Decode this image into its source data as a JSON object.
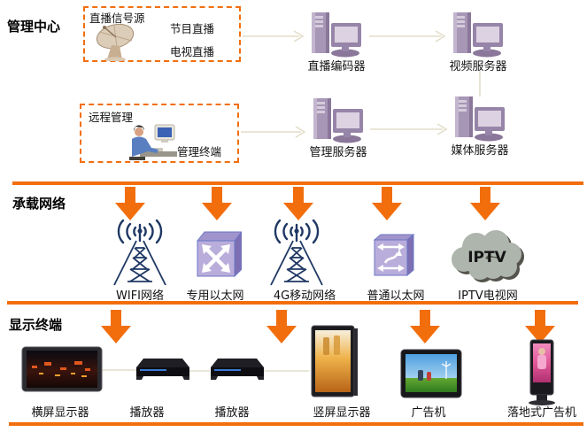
{
  "colors": {
    "accent_orange": "#F26E0D",
    "connector_line": "#E2DEC9",
    "tower_navy": "#1F3864",
    "device_purple": "#A796B6",
    "cloud_gray": "#AEB5AD"
  },
  "sections": {
    "management": {
      "title": "管理中心",
      "source_box": {
        "title": "直播信号源",
        "line1": "节目直播",
        "line2": "电视直播"
      },
      "remote_box": {
        "title": "远程管理",
        "terminal_label": "管理终端"
      },
      "servers": [
        {
          "label": "直播编码器"
        },
        {
          "label": "视频服务器"
        },
        {
          "label": "管理服务器"
        },
        {
          "label": "媒体服务器"
        }
      ]
    },
    "network": {
      "title": "承载网络",
      "items": [
        {
          "label": "WIFI网络",
          "icon": "radio-tower-icon"
        },
        {
          "label": "专用以太网",
          "icon": "ethernet-switch-icon"
        },
        {
          "label": "4G移动网络",
          "icon": "radio-tower-icon"
        },
        {
          "label": "普通以太网",
          "icon": "router-icon"
        },
        {
          "label": "IPTV电视网",
          "icon": "iptv-cloud-icon",
          "cloud_text": "IPTV"
        }
      ]
    },
    "terminals": {
      "title": "显示终端",
      "items": [
        {
          "label": "横屏显示器"
        },
        {
          "label": "播放器"
        },
        {
          "label": "播放器"
        },
        {
          "label": "竖屏显示器"
        },
        {
          "label": "广告机"
        },
        {
          "label": "落地式广告机"
        }
      ]
    }
  }
}
